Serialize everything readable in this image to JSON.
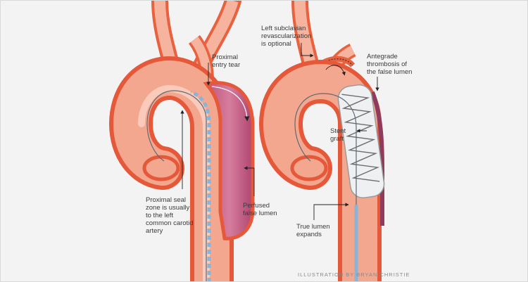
{
  "labels": {
    "proximal_entry_tear": "Proximal\nentry tear",
    "proximal_seal_zone": "Proximal seal\nzone is usually\nto the left\ncommon carotid\nartery",
    "perfused_false_lumen": "Perfused\nfalse lumen",
    "left_subclavian": "Left subclavian\nrevascularization\nis optional",
    "antegrade_thrombosis": "Antegrade\nthrombosis of\nthe false lumen",
    "stent_graft": "Stent\ngraft",
    "true_lumen_expands": "True lumen\nexpands"
  },
  "credit": "ILLUSTRATION BY BRYAN CHRISTIE",
  "colors": {
    "background": "#f3f3f3",
    "vessel_outer": "#e8623f",
    "vessel_fill": "#f4a78f",
    "vessel_highlight": "#fbd3c4",
    "false_lumen": "#b84a73",
    "false_lumen_fill": "#c96a8d",
    "guidewire": "#8ab4d6",
    "stent_wire": "#6d6d6d"
  }
}
